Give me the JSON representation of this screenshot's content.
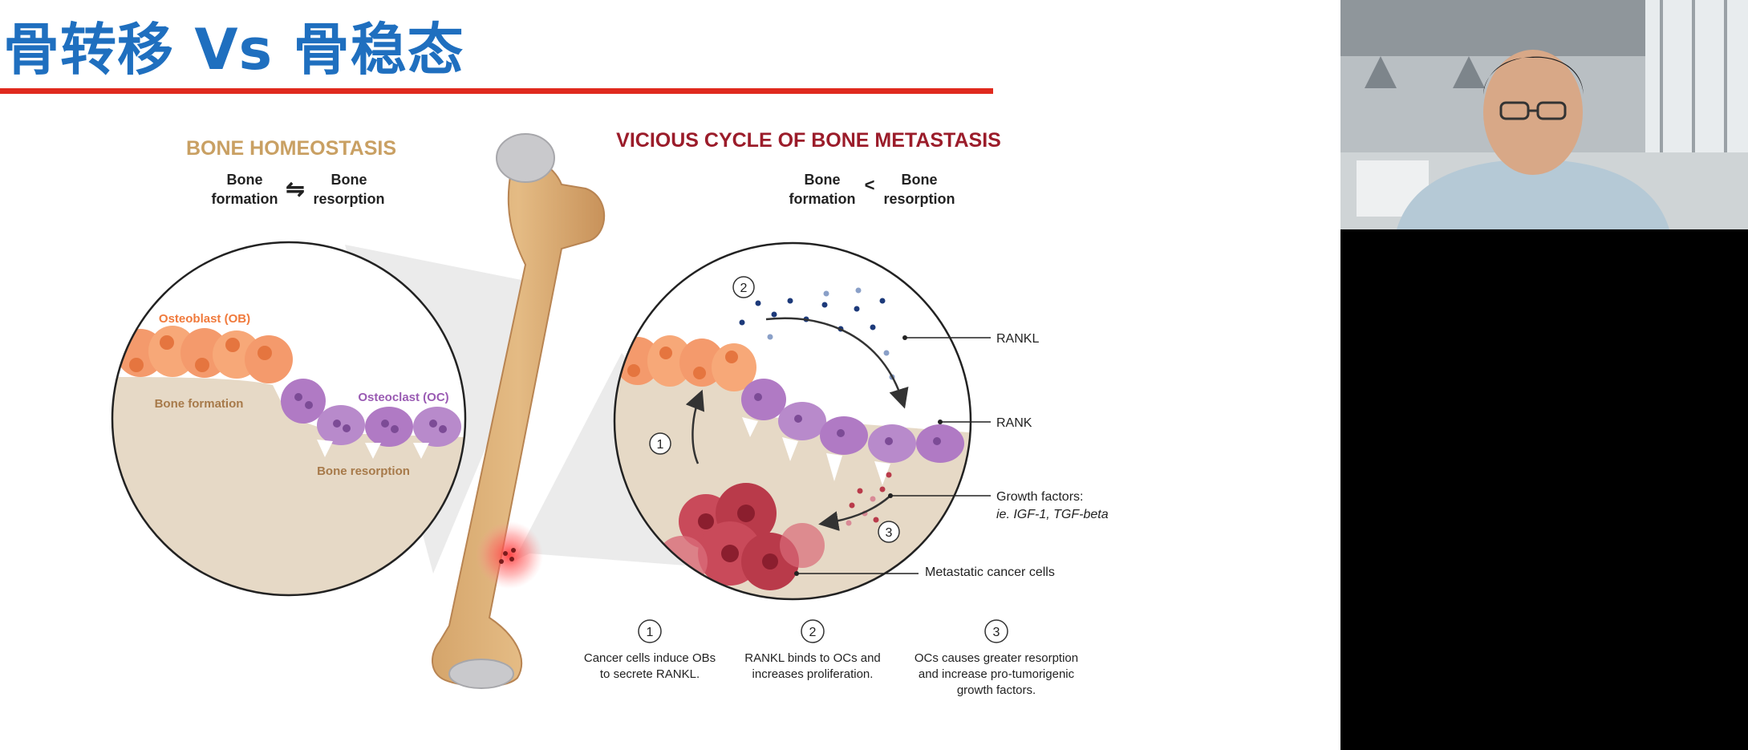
{
  "slide": {
    "title": "骨转移 Vs 骨稳态"
  },
  "left_panel": {
    "heading": "BONE HOMEOSTASIS",
    "compare_left_1": "Bone",
    "compare_left_2": "formation",
    "compare_symbol": "⇋",
    "compare_right_1": "Bone",
    "compare_right_2": "resorption",
    "label_osteoblast": "Osteoblast (OB)",
    "label_osteoclast": "Osteoclast (OC)",
    "label_bone_formation": "Bone formation",
    "label_bone_resorption": "Bone resorption"
  },
  "right_panel": {
    "heading": "VICIOUS CYCLE OF BONE METASTASIS",
    "compare_left_1": "Bone",
    "compare_left_2": "formation",
    "compare_symbol": "<",
    "compare_right_1": "Bone",
    "compare_right_2": "resorption",
    "label_rankl": "RANKL",
    "label_rank": "RANK",
    "label_growth_1": "Growth factors:",
    "label_growth_2": "ie. IGF-1, TGF-beta",
    "label_cancer": "Metastatic cancer cells",
    "step1_num": "1",
    "step2_num": "2",
    "step3_num": "3"
  },
  "steps": [
    {
      "num": "1",
      "line1": "Cancer cells induce OBs",
      "line2": "to secrete RANKL.",
      "line3": ""
    },
    {
      "num": "2",
      "line1": "RANKL binds to OCs and",
      "line2": "increases proliferation.",
      "line3": ""
    },
    {
      "num": "3",
      "line1": "OCs causes greater resorption",
      "line2": "and increase pro-tumorigenic",
      "line3": "growth factors."
    }
  ],
  "colors": {
    "title_blue": "#1f6fbf",
    "rule_red": "#e02a1e",
    "homeostasis_tan": "#c9a063",
    "metastasis_red": "#9b1c2a",
    "osteoblast_orange": "#f49a6c",
    "osteoclast_purple": "#b07ac4",
    "bone_matrix": "#e6d9c6",
    "cancer_red": "#b93a4a",
    "rankl_navy": "#1d3a7a"
  }
}
